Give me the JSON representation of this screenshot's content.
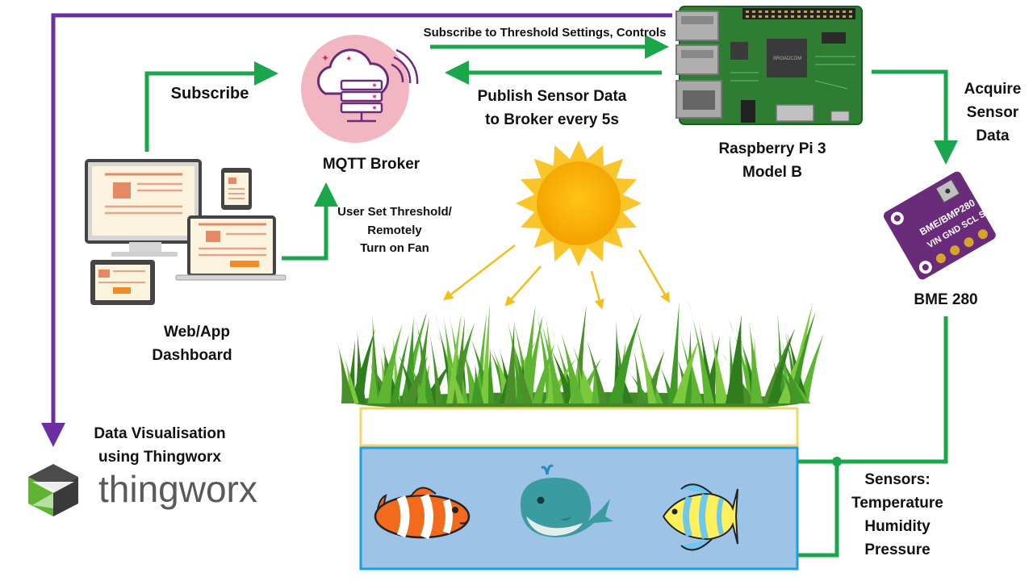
{
  "labels": {
    "subscribe": "Subscribe",
    "mqtt_broker": "MQTT Broker",
    "subscribe_threshold": "Subscribe to Threshold Settings, Controls",
    "publish_line1": "Publish Sensor Data",
    "publish_line2": "to Broker every 5s",
    "rpi_line1": "Raspberry Pi 3",
    "rpi_line2": "Model B",
    "acquire_line1": "Acquire",
    "acquire_line2": "Sensor",
    "acquire_line3": "Data",
    "bme": "BME 280",
    "user_line1": "User Set Threshold/",
    "user_line2": "Remotely",
    "user_line3": "Turn on Fan",
    "dashboard_line1": "Web/App",
    "dashboard_line2": "Dashboard",
    "dataviz_line1": "Data Visualisation",
    "dataviz_line2": "using Thingworx",
    "sensors_line1": "Sensors:",
    "sensors_line2": "Temperature",
    "sensors_line3": "Humidity",
    "sensors_line4": "Pressure",
    "thingworx_logo": "thingworx",
    "board_pins": "VIN GND SCL SDA",
    "board_name": "BME/BMP280"
  },
  "colors": {
    "green_arrow": "#1aa64a",
    "purple_arrow": "#6b2fa0",
    "sun_arrow": "#f2be1a",
    "broker_circle": "#f2b6c3",
    "tank_water": "#9dc3e6",
    "tank_border": "#1aa0e0",
    "soil_border": "#f5d56b",
    "pcb_green": "#2e7d32",
    "sensor_board": "#6a2c7a"
  }
}
